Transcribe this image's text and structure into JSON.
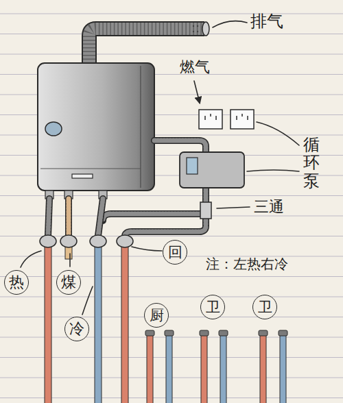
{
  "diagram": {
    "nodes": [
      {
        "text": [
          "热"
        ]
      },
      {
        "text": [
          "煤"
        ]
      },
      {
        "text": [
          "回"
        ]
      },
      {
        "text": [
          "冷"
        ]
      },
      {
        "text": [
          "厨"
        ]
      },
      {
        "text": [
          "卫"
        ]
      },
      {
        "text": [
          "卫"
        ]
      }
    ],
    "labels": [
      "排气",
      "燃气",
      "循环泵",
      "三通",
      "注：左热右冷"
    ]
  }
}
